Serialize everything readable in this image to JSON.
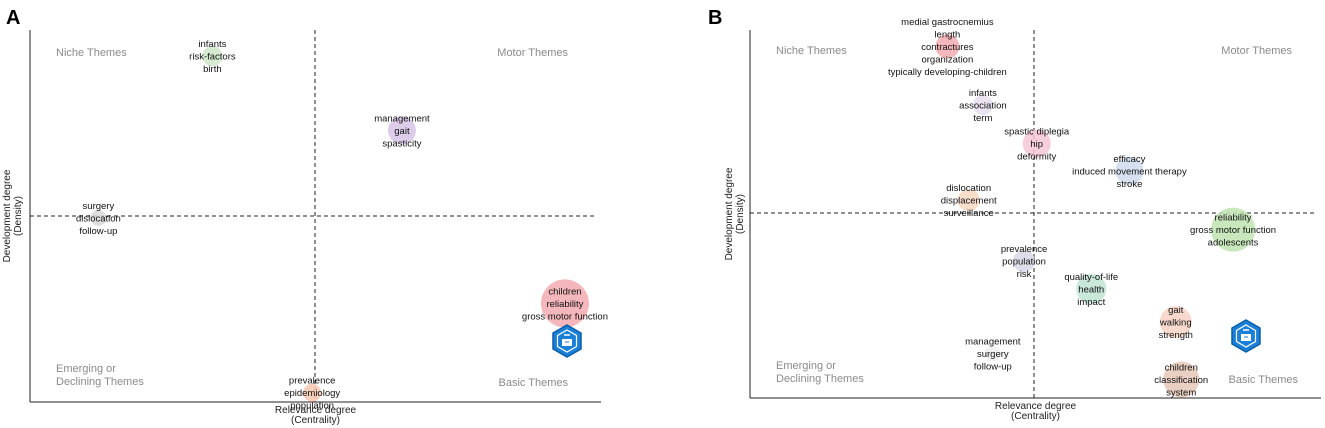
{
  "chart_data": [
    {
      "type": "scatter",
      "panel_label": "A",
      "xlabel": "Relevance degree",
      "xlabel_sub": "(Centrality)",
      "ylabel": "Development degree",
      "ylabel_sub": "(Density)",
      "quadrants": {
        "top_left": "Niche Themes",
        "top_right": "Motor Themes",
        "bottom_left": [
          "Emerging or",
          "Declining Themes"
        ],
        "bottom_right": "Basic Themes"
      },
      "clusters": [
        {
          "x": -0.72,
          "y": 0.86,
          "size": 10,
          "color": "#cfe6c8",
          "words": [
            "infants",
            "risk-factors",
            "birth"
          ]
        },
        {
          "x": 0.32,
          "y": 0.46,
          "size": 14,
          "color": "#d8c4e6",
          "words": [
            "management",
            "gait",
            "spasticity"
          ]
        },
        {
          "x": -1.52,
          "y": -0.01,
          "size": 8,
          "color": "#d9d9d9",
          "words": [
            "surgery",
            "dislocation",
            "follow-up"
          ]
        },
        {
          "x": 0.92,
          "y": -0.47,
          "size": 24,
          "color": "#f2aab0",
          "words": [
            "children",
            "reliability",
            "gross motor function"
          ]
        },
        {
          "x": -0.02,
          "y": -0.95,
          "size": 9,
          "color": "#f6c8b0",
          "words": [
            "prevalence",
            "epidemiology",
            "population"
          ]
        }
      ]
    },
    {
      "type": "scatter",
      "panel_label": "B",
      "xlabel": "Relevance degree",
      "xlabel_sub": "(Centrality)",
      "ylabel": "Development degree",
      "ylabel_sub": "(Density)",
      "quadrants": {
        "top_left": "Niche Themes",
        "top_right": "Motor Themes",
        "bottom_left": [
          "Emerging or",
          "Declining Themes"
        ],
        "bottom_right": "Basic Themes"
      },
      "clusters": [
        {
          "x": -0.61,
          "y": 0.91,
          "size": 12,
          "color": "#f2aab0",
          "words": [
            "medial gastrocnemius",
            "length",
            "contractures",
            "organization",
            "typically developing-children"
          ]
        },
        {
          "x": -0.36,
          "y": 0.59,
          "size": 10,
          "color": "#e6dff0",
          "words": [
            "infants",
            "association",
            "term"
          ]
        },
        {
          "x": 0.01,
          "y": 0.38,
          "size": 14,
          "color": "#f5c6d6",
          "words": [
            "spastic diplegia",
            "hip",
            "deformity"
          ]
        },
        {
          "x": 0.35,
          "y": 0.23,
          "size": 14,
          "color": "#cfdbec",
          "words": [
            "efficacy",
            "induced movement therapy",
            "stroke"
          ]
        },
        {
          "x": -0.46,
          "y": 0.07,
          "size": 11,
          "color": "#f6d8c2",
          "words": [
            "dislocation",
            "displacement",
            "surveillance"
          ]
        },
        {
          "x": 0.73,
          "y": -0.09,
          "size": 22,
          "color": "#bfe3b0",
          "words": [
            "reliability",
            "gross motor function",
            "adolescents"
          ]
        },
        {
          "x": -0.07,
          "y": -0.26,
          "size": 11,
          "color": "#d8d8e6",
          "words": [
            "prevalence",
            "population",
            "risk"
          ]
        },
        {
          "x": 0.21,
          "y": -0.41,
          "size": 15,
          "color": "#bfe4d4",
          "words": [
            "quality-of-life",
            "health",
            "impact"
          ]
        },
        {
          "x": 0.52,
          "y": -0.59,
          "size": 16,
          "color": "#f6d2c6",
          "words": [
            "gait",
            "walking",
            "strength"
          ]
        },
        {
          "x": -0.29,
          "y": -0.76,
          "size": 8,
          "color": "#eeeeee",
          "words": [
            "management",
            "surgery",
            "follow-up"
          ]
        },
        {
          "x": 0.54,
          "y": -0.9,
          "size": 18,
          "color": "#e6c8b8",
          "words": [
            "children",
            "classification",
            "system"
          ]
        }
      ]
    }
  ]
}
